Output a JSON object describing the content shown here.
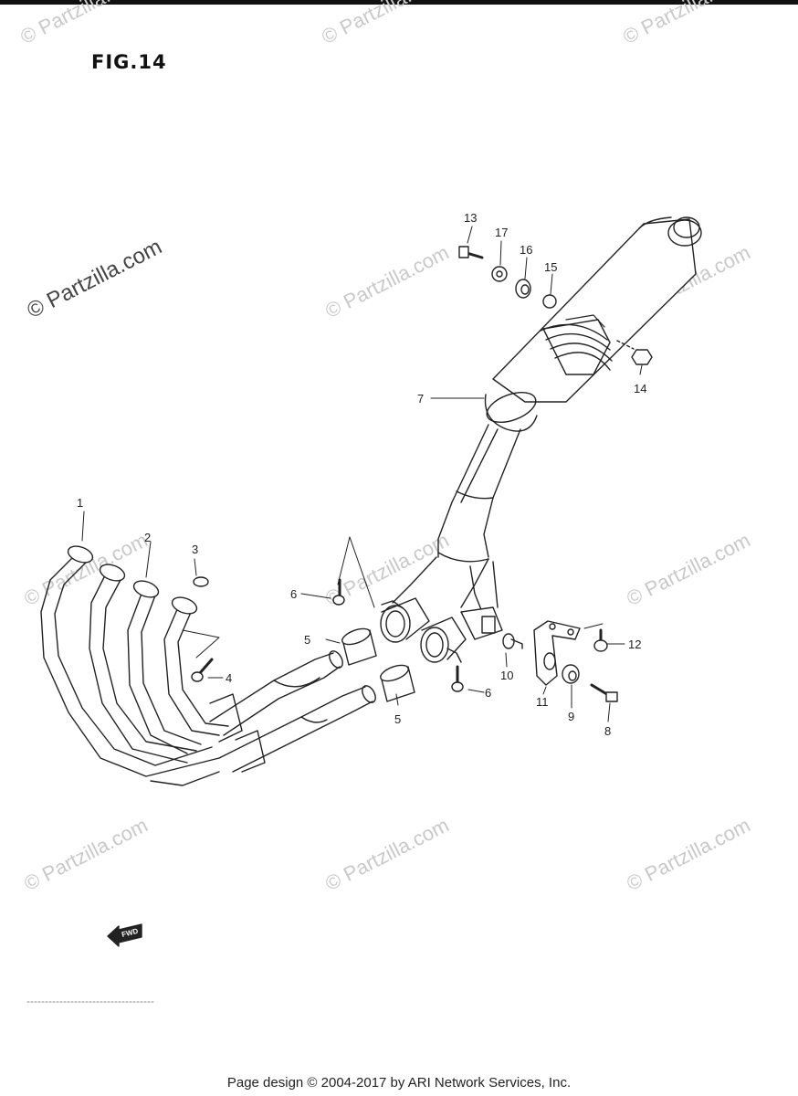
{
  "figure": {
    "title": "FIG.14"
  },
  "watermarks": {
    "primary": "© Partzilla.com",
    "repeated": "© Partzilla.com"
  },
  "callouts": [
    "1",
    "2",
    "3",
    "4",
    "5",
    "5",
    "6",
    "6",
    "7",
    "8",
    "9",
    "10",
    "11",
    "12",
    "13",
    "14",
    "15",
    "16",
    "17"
  ],
  "fwd_label": "FWD",
  "footer": "Page design © 2004-2017 by ARI Network Services, Inc."
}
